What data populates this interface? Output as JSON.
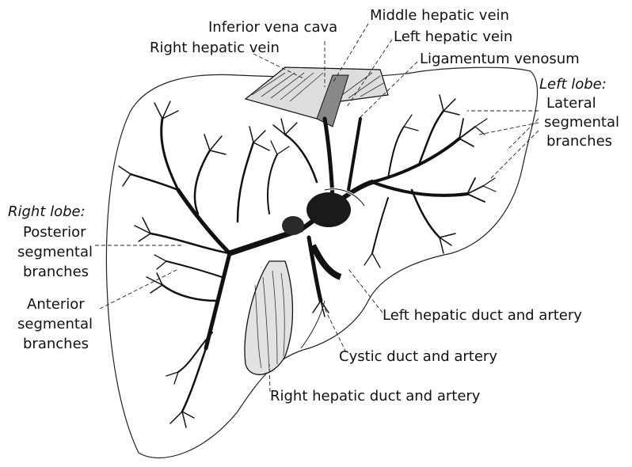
{
  "figure": {
    "labels": {
      "inferior_vena_cava": "Inferior vena cava",
      "middle_hepatic_vein": "Middle hepatic vein",
      "left_hepatic_vein": "Left hepatic vein",
      "right_hepatic_vein": "Right hepatic vein",
      "ligamentum_venosum": "Ligamentum venosum",
      "left_lobe_heading": "Left lobe:",
      "lateral_1": "Lateral",
      "lateral_2": "segmental",
      "lateral_3": "branches",
      "right_lobe_heading": "Right lobe:",
      "posterior_1": "Posterior",
      "posterior_2": "segmental",
      "posterior_3": "branches",
      "anterior_1": "Anterior",
      "anterior_2": "segmental",
      "anterior_3": "branches",
      "left_hepatic_duct": "Left hepatic duct and artery",
      "cystic_duct": "Cystic duct and artery",
      "right_hepatic_duct": "Right hepatic duct and artery"
    }
  }
}
